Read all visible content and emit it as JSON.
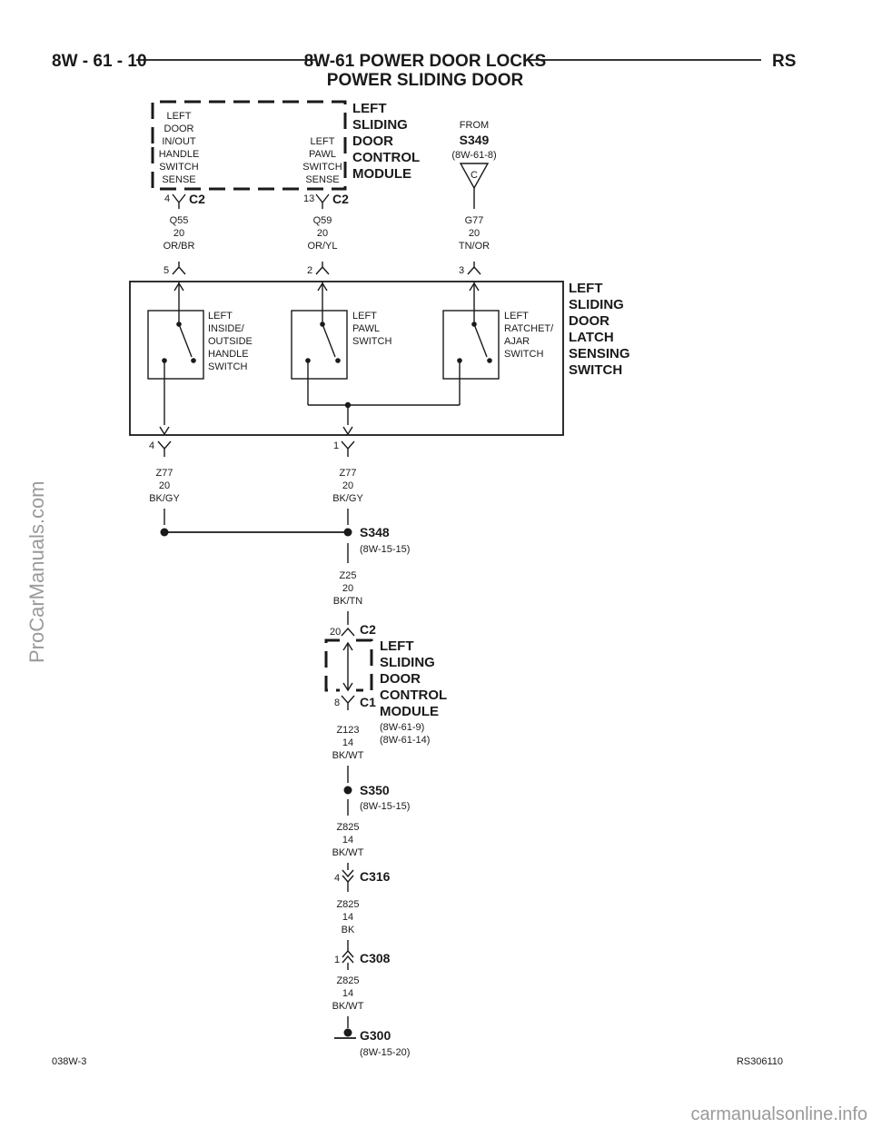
{
  "header": {
    "page_ref": "8W - 61 - 10",
    "title_line1": "8W-61 POWER DOOR LOCKS",
    "title_line2": "POWER SLIDING DOOR",
    "model": "RS"
  },
  "control_module_top": {
    "name_lines": [
      "LEFT",
      "SLIDING",
      "DOOR",
      "CONTROL",
      "MODULE"
    ],
    "handle_sense_lines": [
      "LEFT",
      "DOOR",
      "IN/OUT",
      "HANDLE",
      "SWITCH",
      "SENSE"
    ],
    "pawl_sense_lines": [
      "LEFT",
      "PAWL",
      "SWITCH",
      "SENSE"
    ],
    "pin_a": "4",
    "pin_b": "13",
    "connector_a": "C2",
    "connector_b": "C2"
  },
  "from_splice": {
    "from_label": "FROM",
    "splice": "S349",
    "ref": "(8W-61-8)",
    "letter": "C"
  },
  "wires_upper": [
    {
      "circuit": "Q55",
      "gauge": "20",
      "color": "OR/BR"
    },
    {
      "circuit": "Q59",
      "gauge": "20",
      "color": "OR/YL"
    },
    {
      "circuit": "G77",
      "gauge": "20",
      "color": "TN/OR"
    }
  ],
  "latch_pins_top": [
    "5",
    "2",
    "3"
  ],
  "latch_switch": {
    "name_lines": [
      "LEFT",
      "SLIDING",
      "DOOR",
      "LATCH",
      "SENSING",
      "SWITCH"
    ],
    "sw1_lines": [
      "LEFT",
      "INSIDE/",
      "OUTSIDE",
      "HANDLE",
      "SWITCH"
    ],
    "sw2_lines": [
      "LEFT",
      "PAWL",
      "SWITCH"
    ],
    "sw3_lines": [
      "LEFT",
      "RATCHET/",
      "AJAR",
      "SWITCH"
    ]
  },
  "latch_pins_bottom": [
    "4",
    "1"
  ],
  "wires_lower": [
    {
      "circuit": "Z77",
      "gauge": "20",
      "color": "BK/GY"
    },
    {
      "circuit": "Z77",
      "gauge": "20",
      "color": "BK/GY"
    }
  ],
  "splice_s348": {
    "name": "S348",
    "ref": "(8W-15-15)"
  },
  "wire_z25": {
    "circuit": "Z25",
    "gauge": "20",
    "color": "BK/TN"
  },
  "control_module_bottom": {
    "pin_top": "20",
    "conn_top": "C2",
    "pin_bottom": "8",
    "conn_bottom": "C1",
    "name_lines": [
      "LEFT",
      "SLIDING",
      "DOOR",
      "CONTROL",
      "MODULE"
    ],
    "refs": [
      "(8W-61-9)",
      "(8W-61-14)"
    ]
  },
  "wire_z123": {
    "circuit": "Z123",
    "gauge": "14",
    "color": "BK/WT"
  },
  "splice_s350": {
    "name": "S350",
    "ref": "(8W-15-15)"
  },
  "wire_z825_a": {
    "circuit": "Z825",
    "gauge": "14",
    "color": "BK/WT"
  },
  "connector_c316": {
    "pin": "4",
    "name": "C316"
  },
  "wire_z825_b": {
    "circuit": "Z825",
    "gauge": "14",
    "color": "BK"
  },
  "connector_c308": {
    "pin": "1",
    "name": "C308"
  },
  "wire_z825_c": {
    "circuit": "Z825",
    "gauge": "14",
    "color": "BK/WT"
  },
  "ground_g300": {
    "name": "G300",
    "ref": "(8W-15-20)"
  },
  "footer": {
    "left_code": "038W-3",
    "right_code": "RS306110"
  },
  "watermarks": {
    "side": "ProCarManuals.com",
    "bottom": "carmanualsonline.info"
  }
}
